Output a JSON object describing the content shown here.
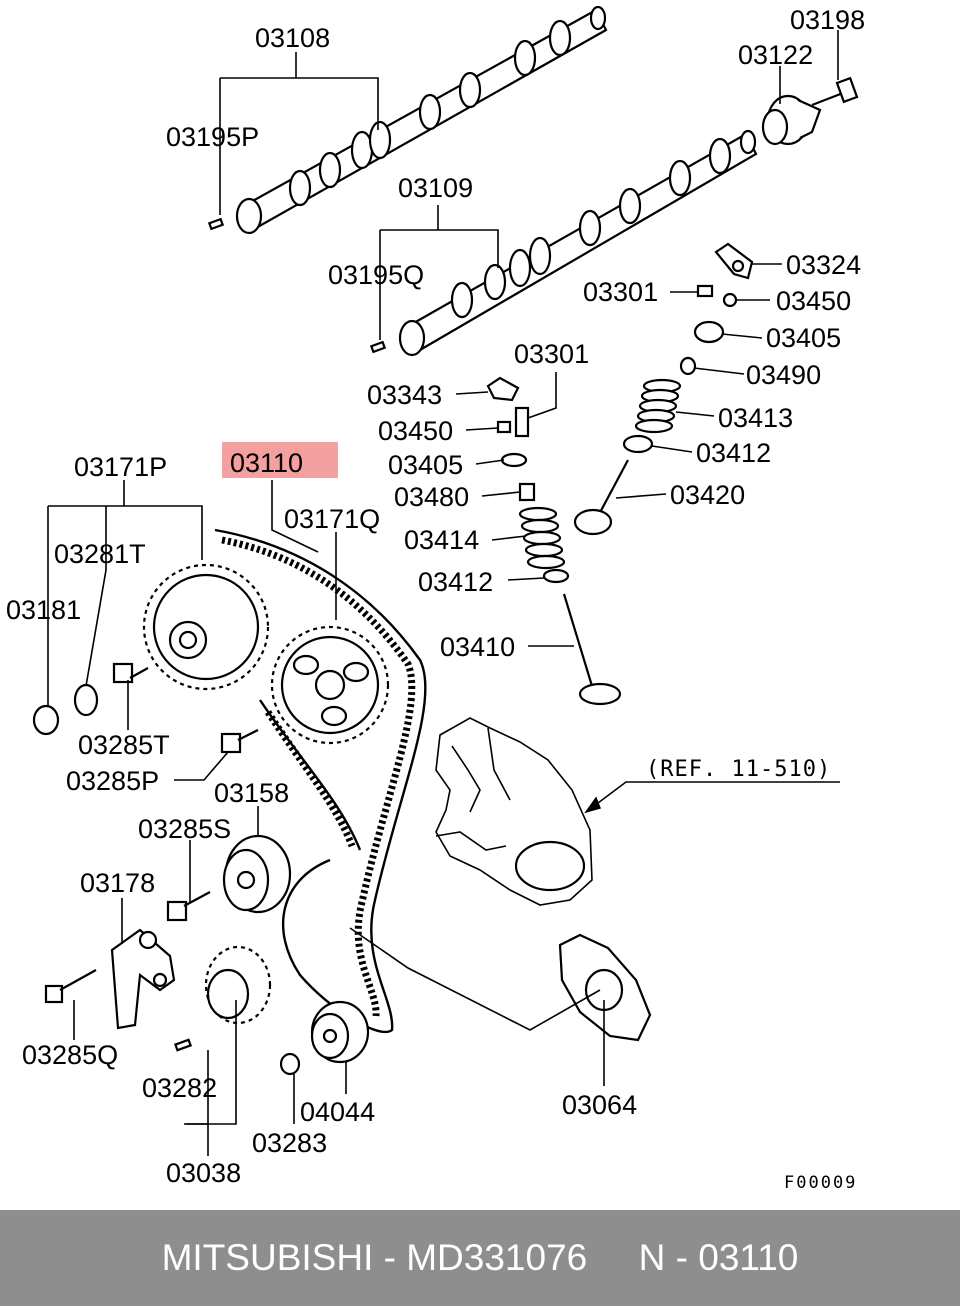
{
  "labels": {
    "p03108": "03108",
    "p03198": "03198",
    "p03122": "03122",
    "p03195P": "03195P",
    "p03109": "03109",
    "p03195Q": "03195Q",
    "p03324": "03324",
    "p03301a": "03301",
    "p03450a": "03450",
    "p03405a": "03405",
    "p03490": "03490",
    "p03413": "03413",
    "p03412a": "03412",
    "p03420": "03420",
    "p03301b": "03301",
    "p03343": "03343",
    "p03450b": "03450",
    "p03405b": "03405",
    "p03480": "03480",
    "p03414": "03414",
    "p03412b": "03412",
    "p03410": "03410",
    "p03110": "03110",
    "p03171P": "03171P",
    "p03171Q": "03171Q",
    "p03281T": "03281T",
    "p03181": "03181",
    "p03285T": "03285T",
    "p03285P": "03285P",
    "p03158": "03158",
    "p03285S": "03285S",
    "p03178": "03178",
    "p03285Q": "03285Q",
    "p03282": "03282",
    "p03038": "03038",
    "p03283": "03283",
    "p04044": "04044",
    "p03064": "03064"
  },
  "reference": "(REF. 11-510)",
  "figure_code": "F00009",
  "highlight_color": "#f4a0a0",
  "footer": {
    "text": "MITSUBISHI - MD331076     N - 03110",
    "background": "#8e8e8e",
    "color": "#ffffff"
  }
}
